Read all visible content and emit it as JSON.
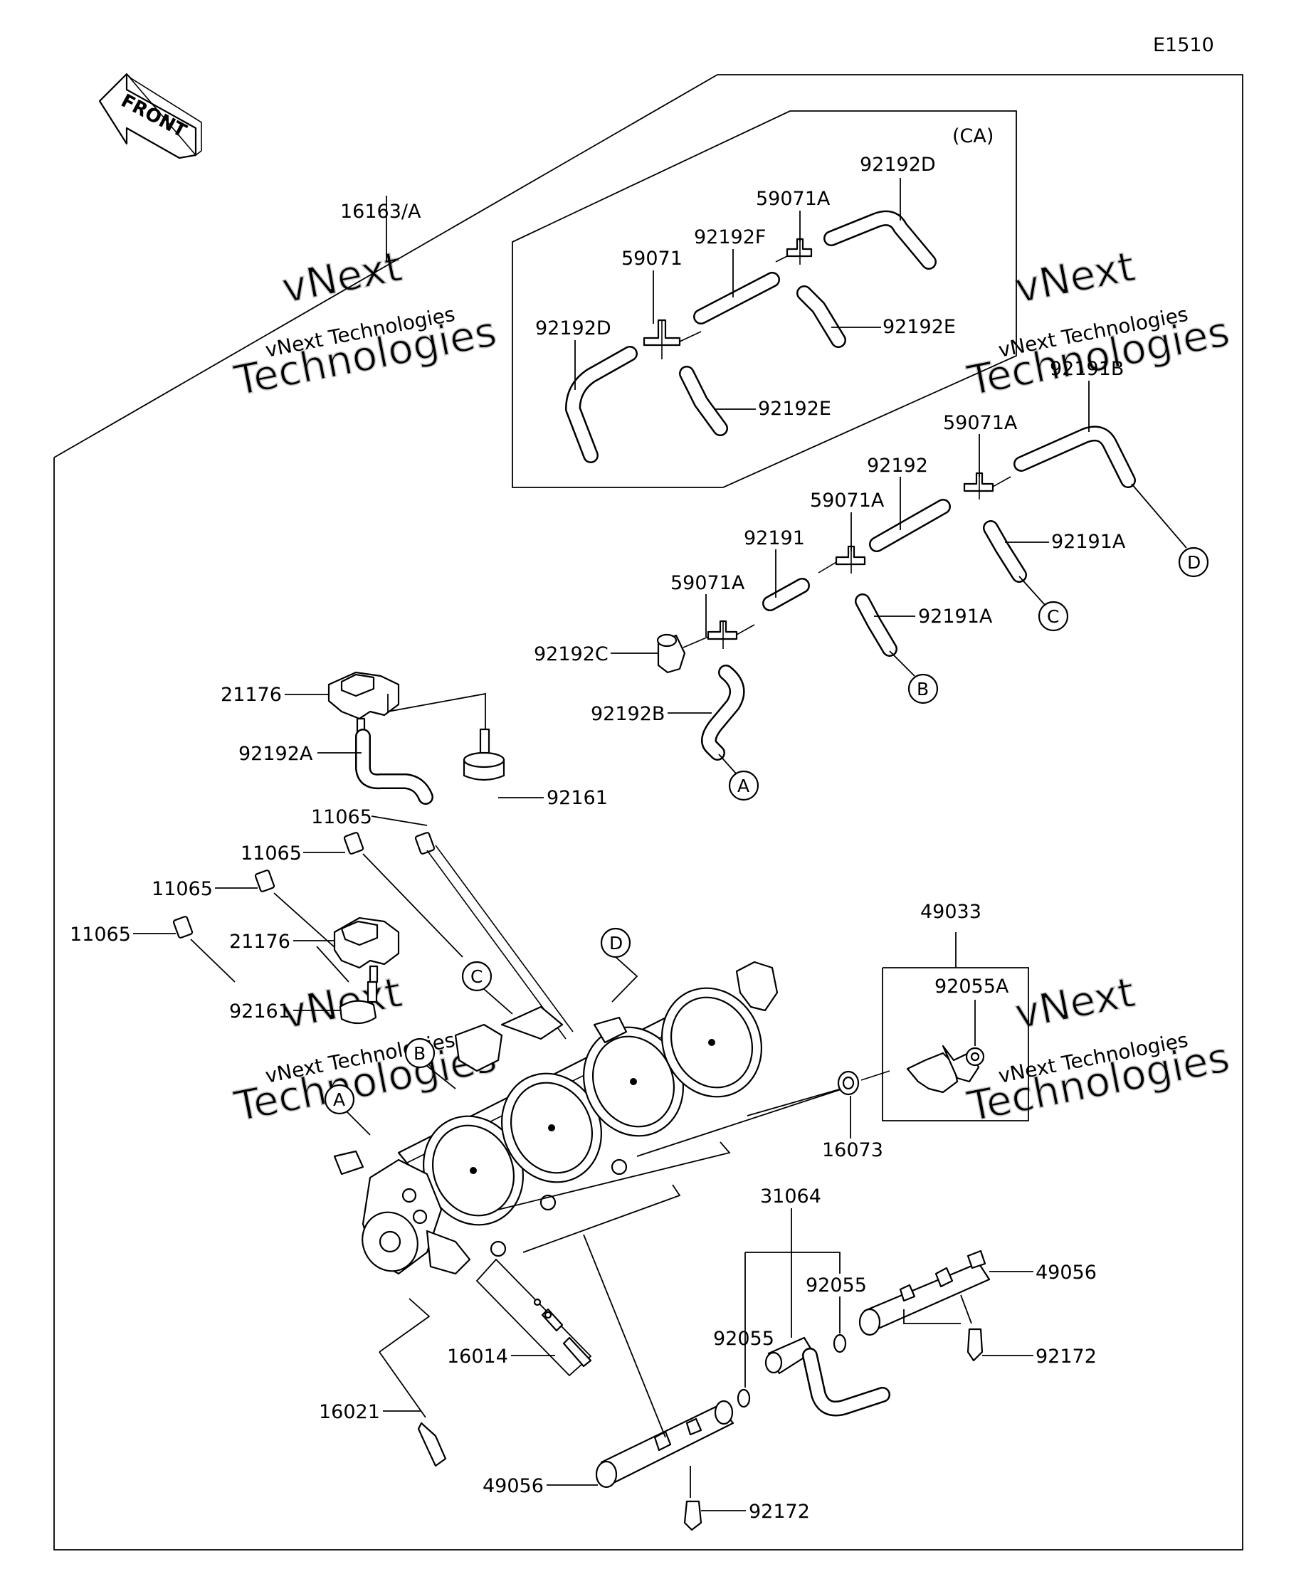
{
  "page_code": "E1510",
  "front_label": "FRONT",
  "assembly_label": "16163/A",
  "ca_label": "(CA)",
  "watermark": {
    "top": "vNext",
    "middle": "vNext Technologies",
    "bottom": "Technologies"
  },
  "parts": {
    "ca_92192D_right": "92192D",
    "ca_59071A": "59071A",
    "ca_92192F": "92192F",
    "ca_59071": "59071",
    "ca_92192D_left": "92192D",
    "ca_92192E_right": "92192E",
    "ca_92192E_bottom": "92192E",
    "hose_92191B": "92191B",
    "tee_59071A_right": "59071A",
    "hose_92192": "92192",
    "tee_59071A_mid": "59071A",
    "hose_92191": "92191",
    "hose_92191A_right": "92191A",
    "tee_59071A_left": "59071A",
    "hose_92191A_mid": "92191A",
    "cap_92192C": "92192C",
    "hose_92192B": "92192B",
    "sensor_21176_top": "21176",
    "hose_92192A": "92192A",
    "nozzle_92161_top": "92161",
    "cap_11065_1": "11065",
    "cap_11065_2": "11065",
    "cap_11065_3": "11065",
    "cap_11065_4": "11065",
    "sensor_21176_mid": "21176",
    "nozzle_92161_mid": "92161",
    "injector_kit_49033": "49033",
    "oring_92055A": "92055A",
    "seal_16073": "16073",
    "joint_31064": "31064",
    "oring_92055_right": "92055",
    "oring_92055_left": "92055",
    "pipe_49056_right": "49056",
    "bolt_92172_right": "92172",
    "screw_16014": "16014",
    "screw_16021": "16021",
    "pipe_49056_left": "49056",
    "bolt_92172_left": "92172"
  },
  "refs": {
    "a_lower": "A",
    "b_lower": "B",
    "c_lower": "C",
    "d_lower": "D",
    "a_body": "A",
    "b_body": "B",
    "c_body": "C",
    "d_body": "D"
  }
}
